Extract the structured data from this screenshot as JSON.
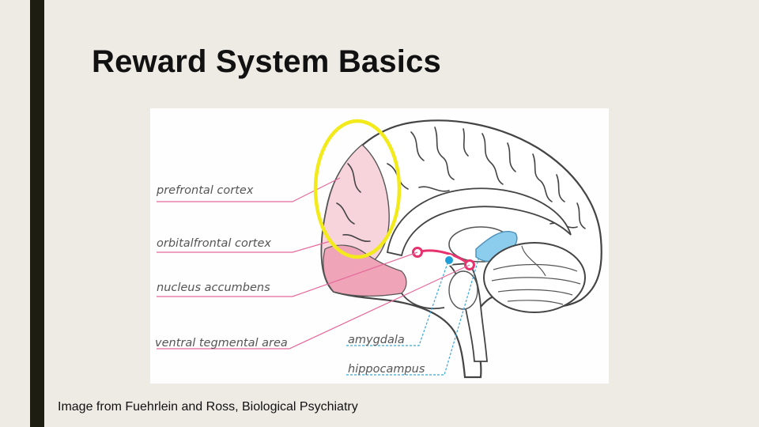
{
  "slide": {
    "title": "Reward System Basics",
    "caption": "Image from Fuehrlein and Ross, Biological Psychiatry"
  },
  "figure": {
    "labels": {
      "prefrontal_cortex": "prefrontal cortex",
      "orbitalfrontal_cortex": "orbitalfrontal cortex",
      "nucleus_accumbens": "nucleus accumbens",
      "ventral_tegmental_area": "ventral tegmental area",
      "amygdala": "amygdala",
      "hippocampus": "hippocampus"
    },
    "colors": {
      "prefrontal": "#f7d3dc",
      "orbitofrontal": "#f0a4b8",
      "pathway": "#e6336e",
      "limbic": "#8ccdee",
      "amygdala_dot": "#1e9fd8",
      "highlight_ring": "#f2ea1a",
      "leader_pink": "#e5679a",
      "leader_blue": "#3aa6d9"
    }
  }
}
